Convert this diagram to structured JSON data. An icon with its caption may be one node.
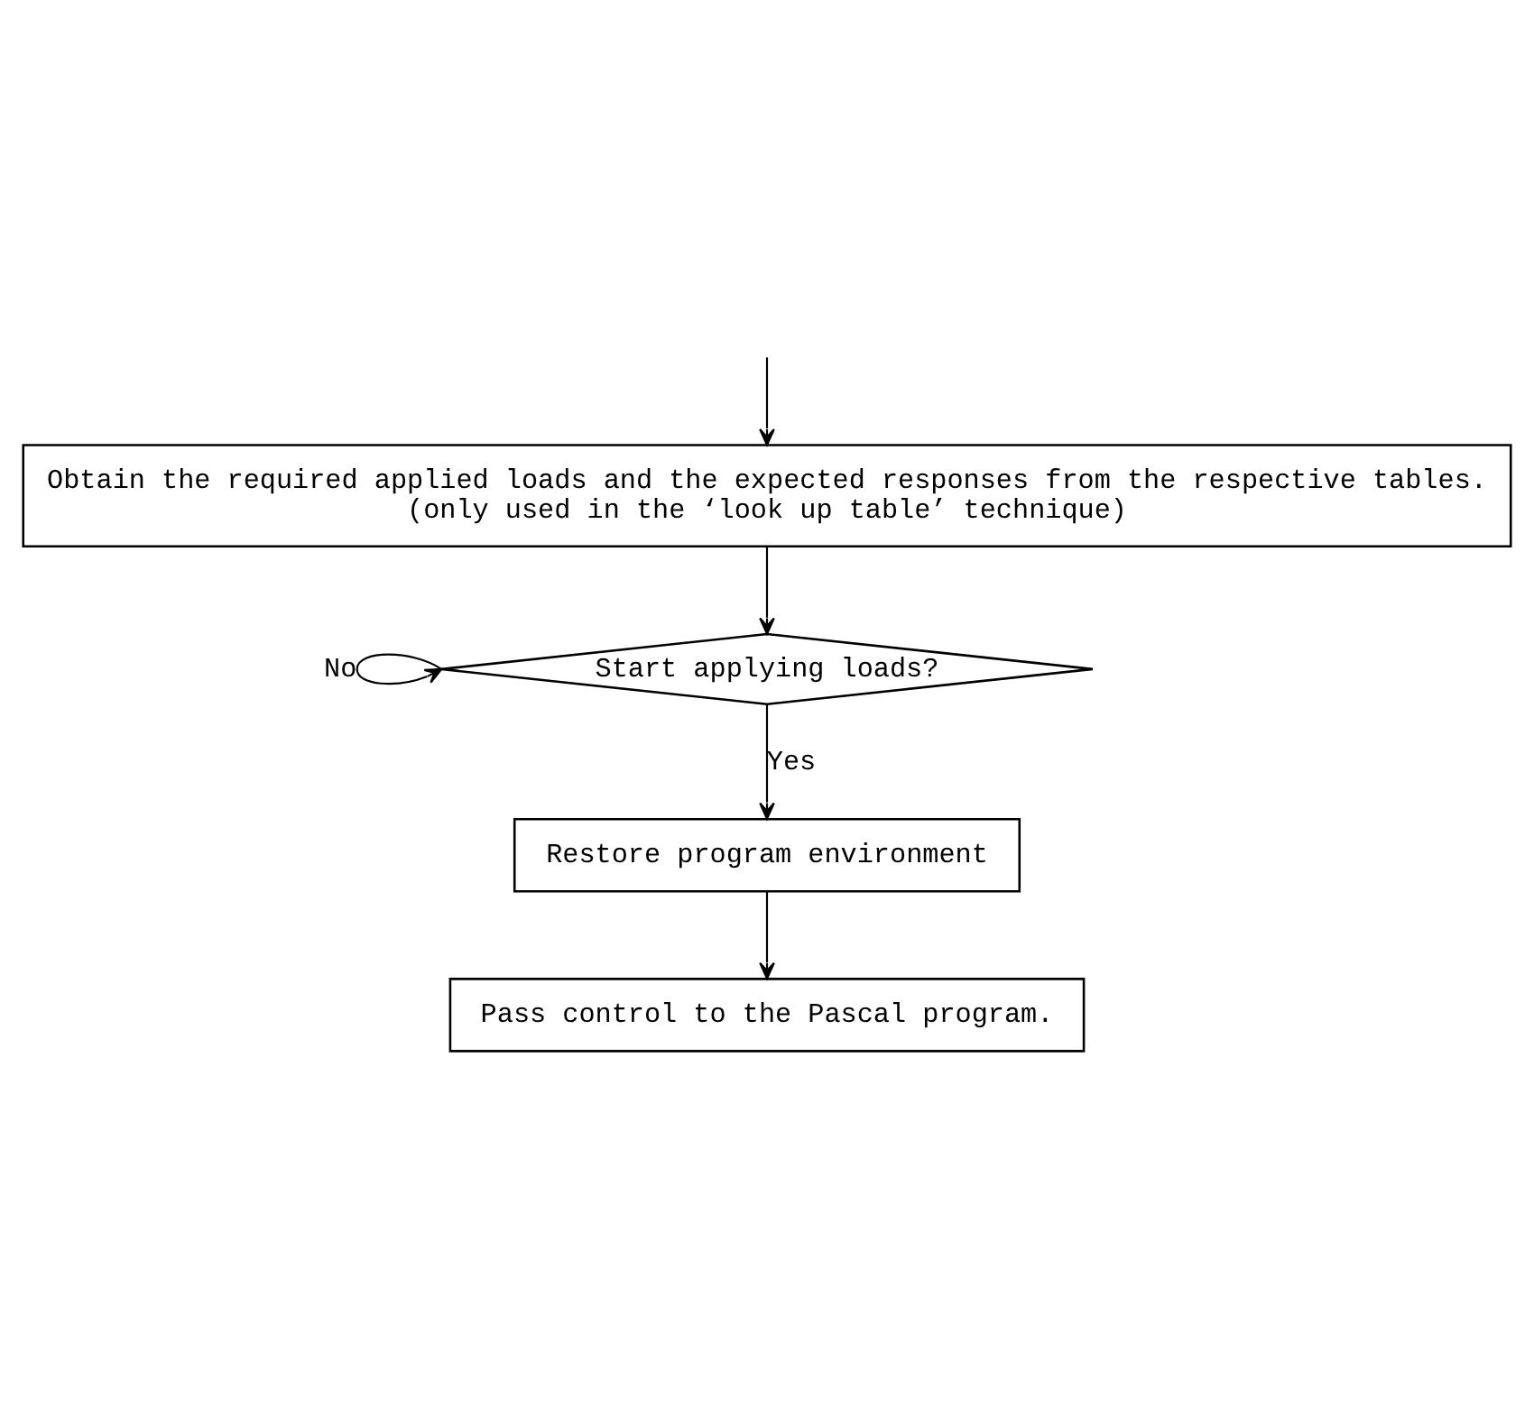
{
  "diagram": {
    "nodes": [
      {
        "text": [
          "Obtain the required applied loads and the expected responses from the respective tables.",
          "(only used in the ‘look up table’ technique)"
        ]
      },
      {
        "text": [
          "Start applying loads?"
        ]
      },
      {
        "text": [
          "Restore program environment"
        ]
      },
      {
        "text": [
          "Pass control to the Pascal program."
        ]
      }
    ],
    "edges": [
      {
        "from": null,
        "to": 0,
        "arrow": "to"
      },
      {
        "from": 0,
        "to": 1,
        "arrow": "to"
      },
      {
        "from": 1,
        "to": 1,
        "arrow": "to",
        "label": "No"
      },
      {
        "from": 1,
        "to": 2,
        "arrow": "to",
        "label": "Yes"
      },
      {
        "from": 2,
        "to": 3,
        "arrow": "to"
      }
    ]
  }
}
